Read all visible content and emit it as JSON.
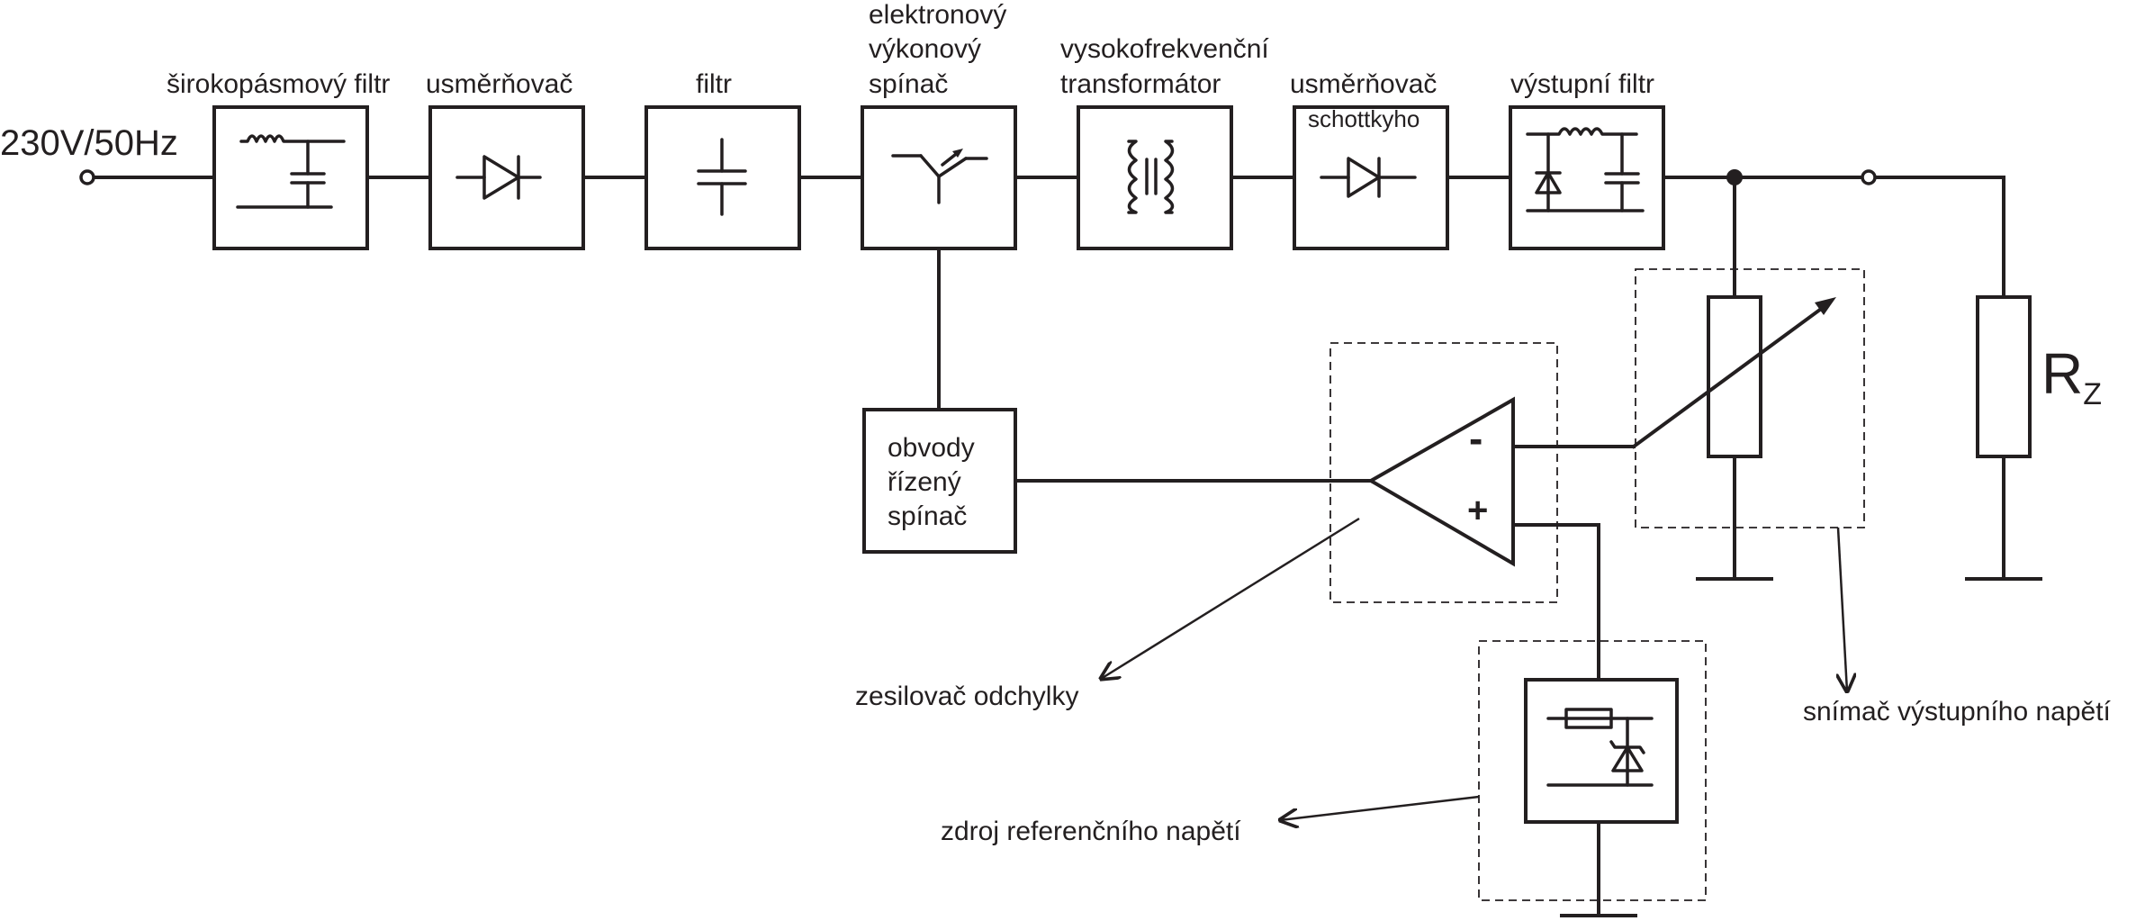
{
  "labels": {
    "input": "230V/50Hz",
    "wideband_filter": "širokopásmový filtr",
    "rectifier": "usměrňovač",
    "filter": "filtr",
    "switch_line1": "elektronový",
    "switch_line2": "výkonový",
    "switch_line3": "spínač",
    "transformer_line1": "vysokofrekvenční",
    "transformer_line2": "transformátor",
    "schottky_line1": "usměrňovač",
    "schottky_line2": "schottkyho",
    "output_filter": "výstupní filtr",
    "control_line1": "obvody",
    "control_line2": "řízený",
    "control_line3": "spínač",
    "load_main": "R",
    "load_sub": "Z",
    "opamp_minus": "-",
    "opamp_plus": "+",
    "error_amplifier": "zesilovač odchylky",
    "voltage_reference": "zdroj referenčního napětí",
    "output_sensor": "snímač výstupního napětí"
  }
}
